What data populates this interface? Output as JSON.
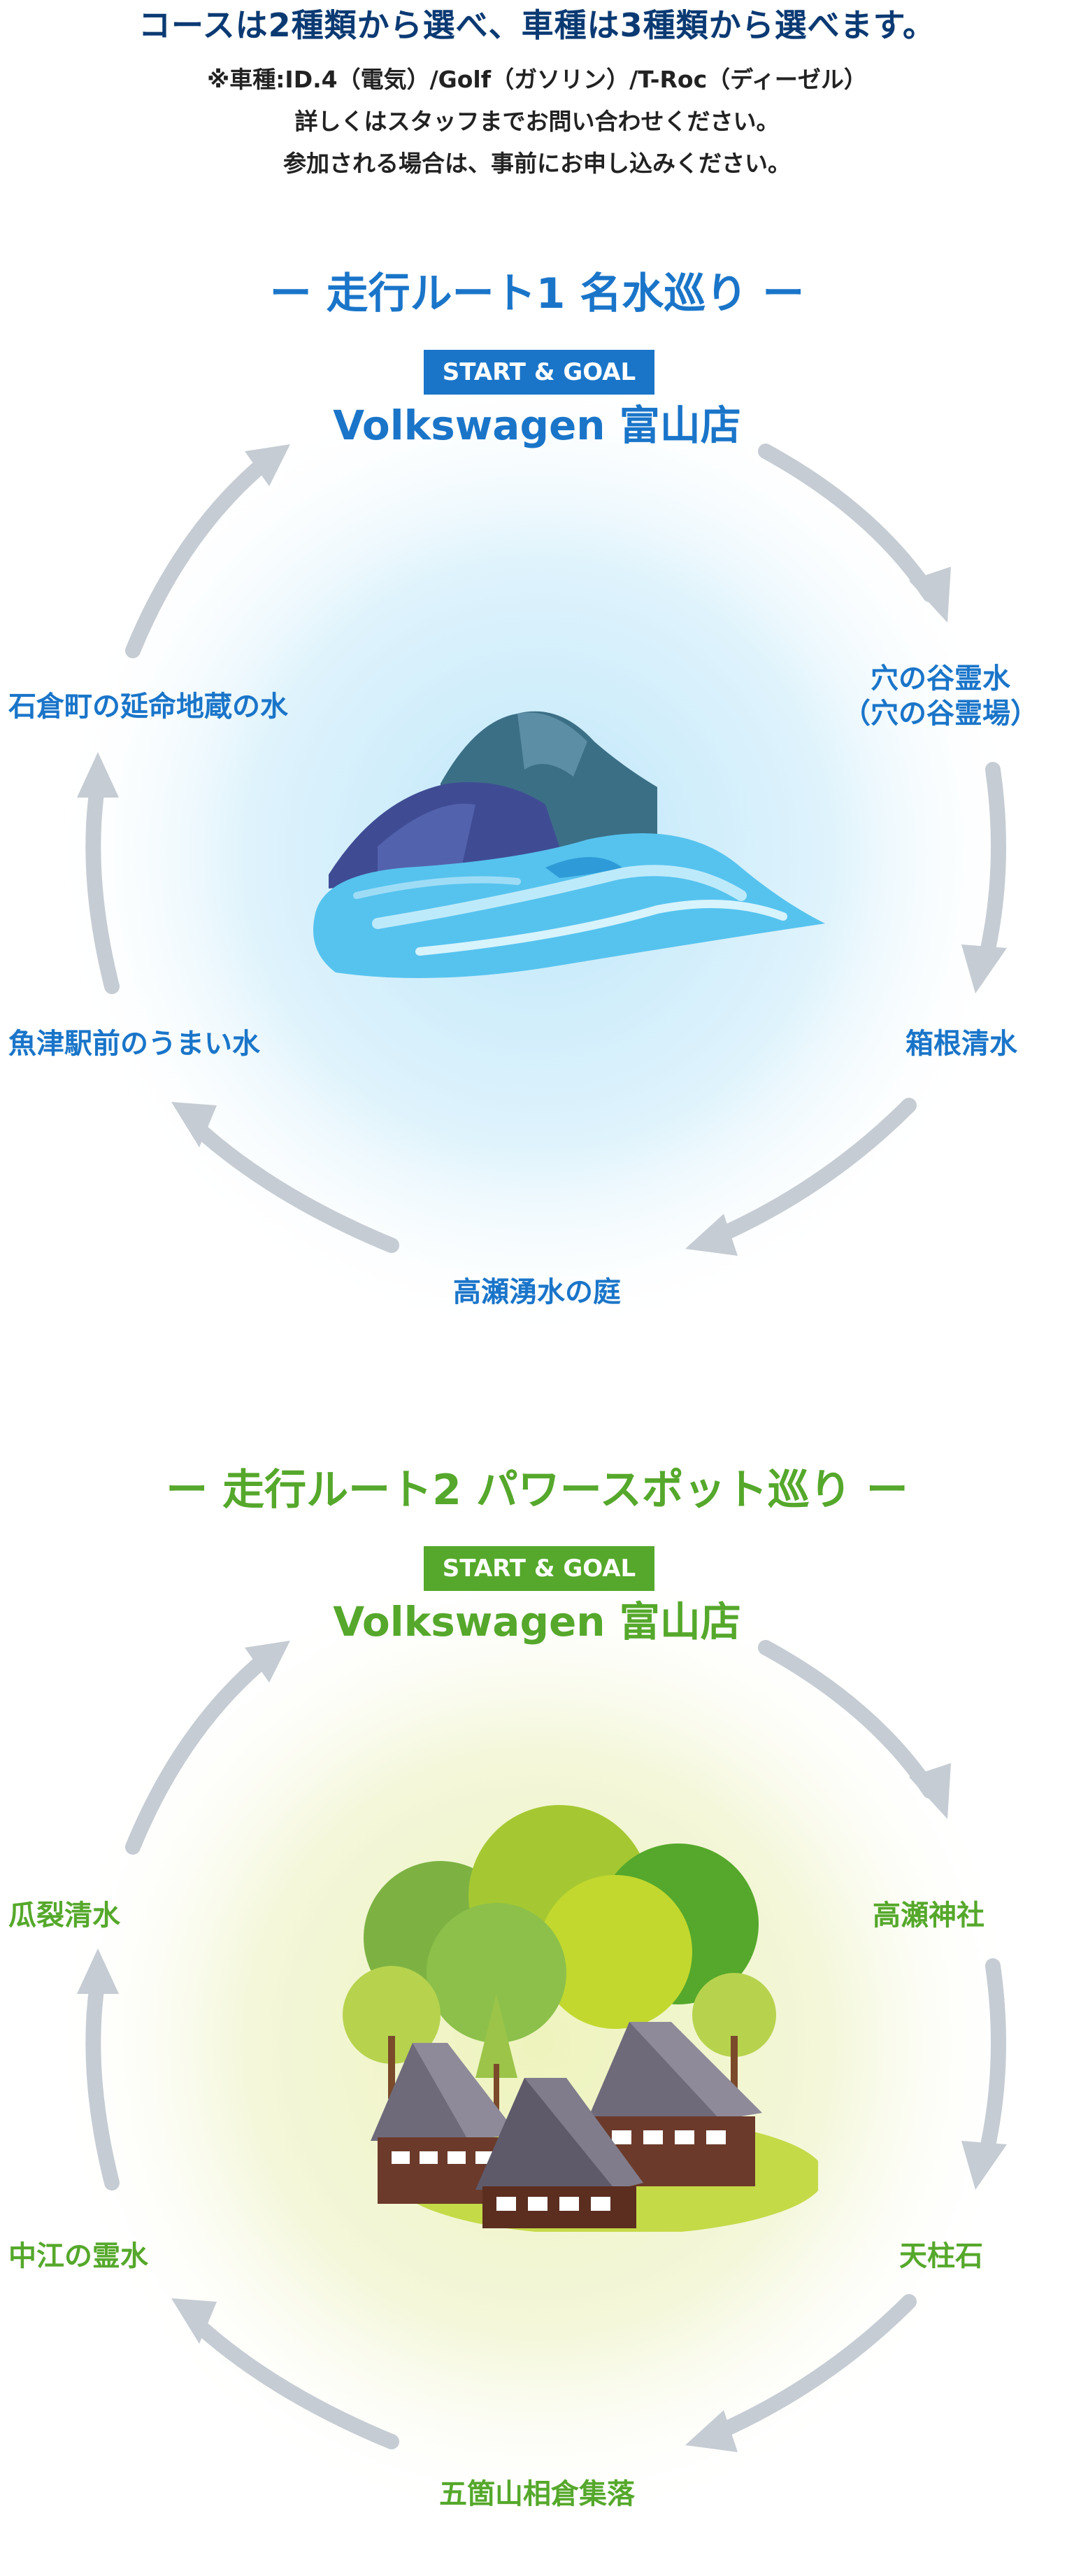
{
  "header": {
    "headline": "コースは2種類から選べ、車種は3種類から選べます。",
    "note_lines": [
      "※車種:ID.4（電気）/Golf（ガソリン）/T-Roc（ディーゼル）",
      "詳しくはスタッフまでお問い合わせください。",
      "参加される場合は、事前にお申し込みください。"
    ]
  },
  "routes": [
    {
      "title": "ー 走行ルート1 名水巡り ー",
      "badge": "START & GOAL",
      "start": "Volkswagen 富山店",
      "stops": {
        "right_top": [
          "穴の谷霊水",
          "（穴の谷霊場）"
        ],
        "right_bottom": "箱根清水",
        "bottom": "高瀬湧水の庭",
        "left_bottom": "魚津駅前のうまい水",
        "left_top": "石倉町の延命地蔵の水"
      },
      "illustration": "mountain-river-illustration",
      "accent_color": "#1a75c9",
      "glow_color": "#c9ecfa"
    },
    {
      "title": "ー 走行ルート2 パワースポット巡り ー",
      "badge": "START & GOAL",
      "start": "Volkswagen 富山店",
      "stops": {
        "right_top": "高瀬神社",
        "right_bottom": "天柱石",
        "bottom": "五箇山相倉集落",
        "left_bottom": "中江の霊水",
        "left_top": "瓜裂清水"
      },
      "illustration": "village-forest-illustration",
      "accent_color": "#55a82b",
      "glow_color": "#eef3c2"
    }
  ],
  "colors": {
    "headline": "#0b3a73",
    "arrow": "#c5ccd3",
    "text_dark": "#222222"
  }
}
